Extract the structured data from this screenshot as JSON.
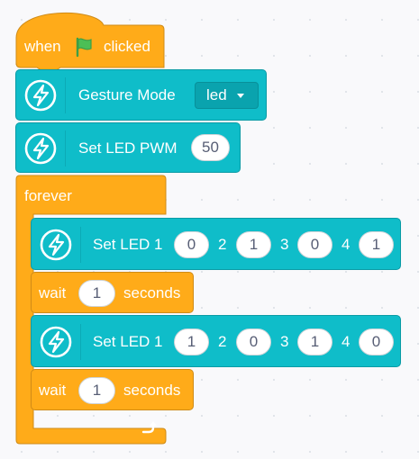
{
  "hat": {
    "when": "when",
    "clicked": "clicked",
    "icon": "green-flag-icon"
  },
  "gesture": {
    "label": "Gesture Mode",
    "value": "led"
  },
  "pwm": {
    "label": "Set LED PWM",
    "value": "50"
  },
  "forever": {
    "label": "forever",
    "icon": "loop-arrow-icon"
  },
  "setled1": {
    "label": "Set LED 1",
    "v1": "0",
    "k2": "2",
    "v2": "1",
    "k3": "3",
    "v3": "0",
    "k4": "4",
    "v4": "1"
  },
  "wait1": {
    "label": "wait",
    "value": "1",
    "unit": "seconds"
  },
  "setled2": {
    "label": "Set LED 1",
    "v1": "1",
    "k2": "2",
    "v2": "0",
    "k3": "3",
    "v3": "1",
    "k4": "4",
    "v4": "0"
  },
  "wait2": {
    "label": "wait",
    "value": "1",
    "unit": "seconds"
  },
  "colors": {
    "events": "#FFAB19",
    "extension": "#0FBDC9",
    "flag": "#4CBF56"
  }
}
